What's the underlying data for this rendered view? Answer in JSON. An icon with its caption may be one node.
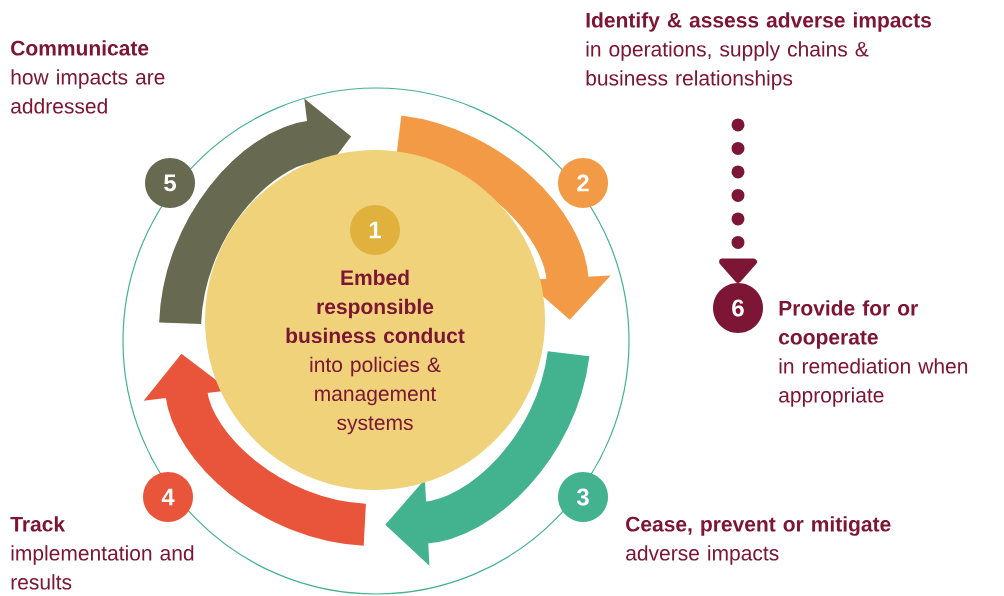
{
  "diagram": {
    "nodes": [
      {
        "text": [
          "Embed responsible business conduct",
          "into policies & management systems"
        ]
      },
      {
        "text": [
          "1"
        ],
        "in": 0
      },
      {
        "text": [
          "2"
        ]
      },
      {
        "text": [
          "Identify & assess adverse impacts",
          "in operations, supply chains & business relationships"
        ]
      },
      {
        "text": [
          "3"
        ]
      },
      {
        "text": [
          "Cease, prevent or mitigate",
          "adverse impacts"
        ]
      },
      {
        "text": [
          "4"
        ]
      },
      {
        "text": [
          "Track",
          "implementation and results"
        ]
      },
      {
        "text": [
          "5"
        ]
      },
      {
        "text": [
          "Communicate",
          "how impacts are addressed"
        ]
      },
      {
        "text": [
          "6"
        ]
      },
      {
        "text": [
          "Provide for or cooperate",
          "in remediation when appropriate"
        ]
      }
    ],
    "edges": [
      {
        "from": 3,
        "to": 10,
        "arrow": "to",
        "style": "dashed"
      }
    ]
  }
}
